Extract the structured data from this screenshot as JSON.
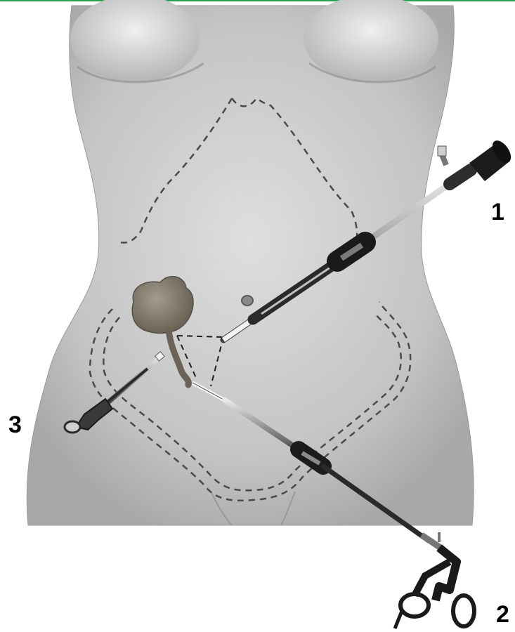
{
  "labels": {
    "instrument_1": "1",
    "instrument_2": "2",
    "instrument_3": "3"
  },
  "colors": {
    "top_rule": "#2e9e4f",
    "skin_light": "#ececec",
    "skin_mid": "#c9c9c9",
    "skin_dark": "#9a9a9a",
    "dashed_outline": "#4a4a4a",
    "instrument_metal": "#8c8c8c",
    "instrument_dark": "#1b1b1b",
    "organ_fill": "#8a8376"
  },
  "icons": {
    "instrument_1": "laparoscope-icon",
    "instrument_2": "grasping-forceps-icon",
    "instrument_3": "trocar-cannula-icon"
  }
}
